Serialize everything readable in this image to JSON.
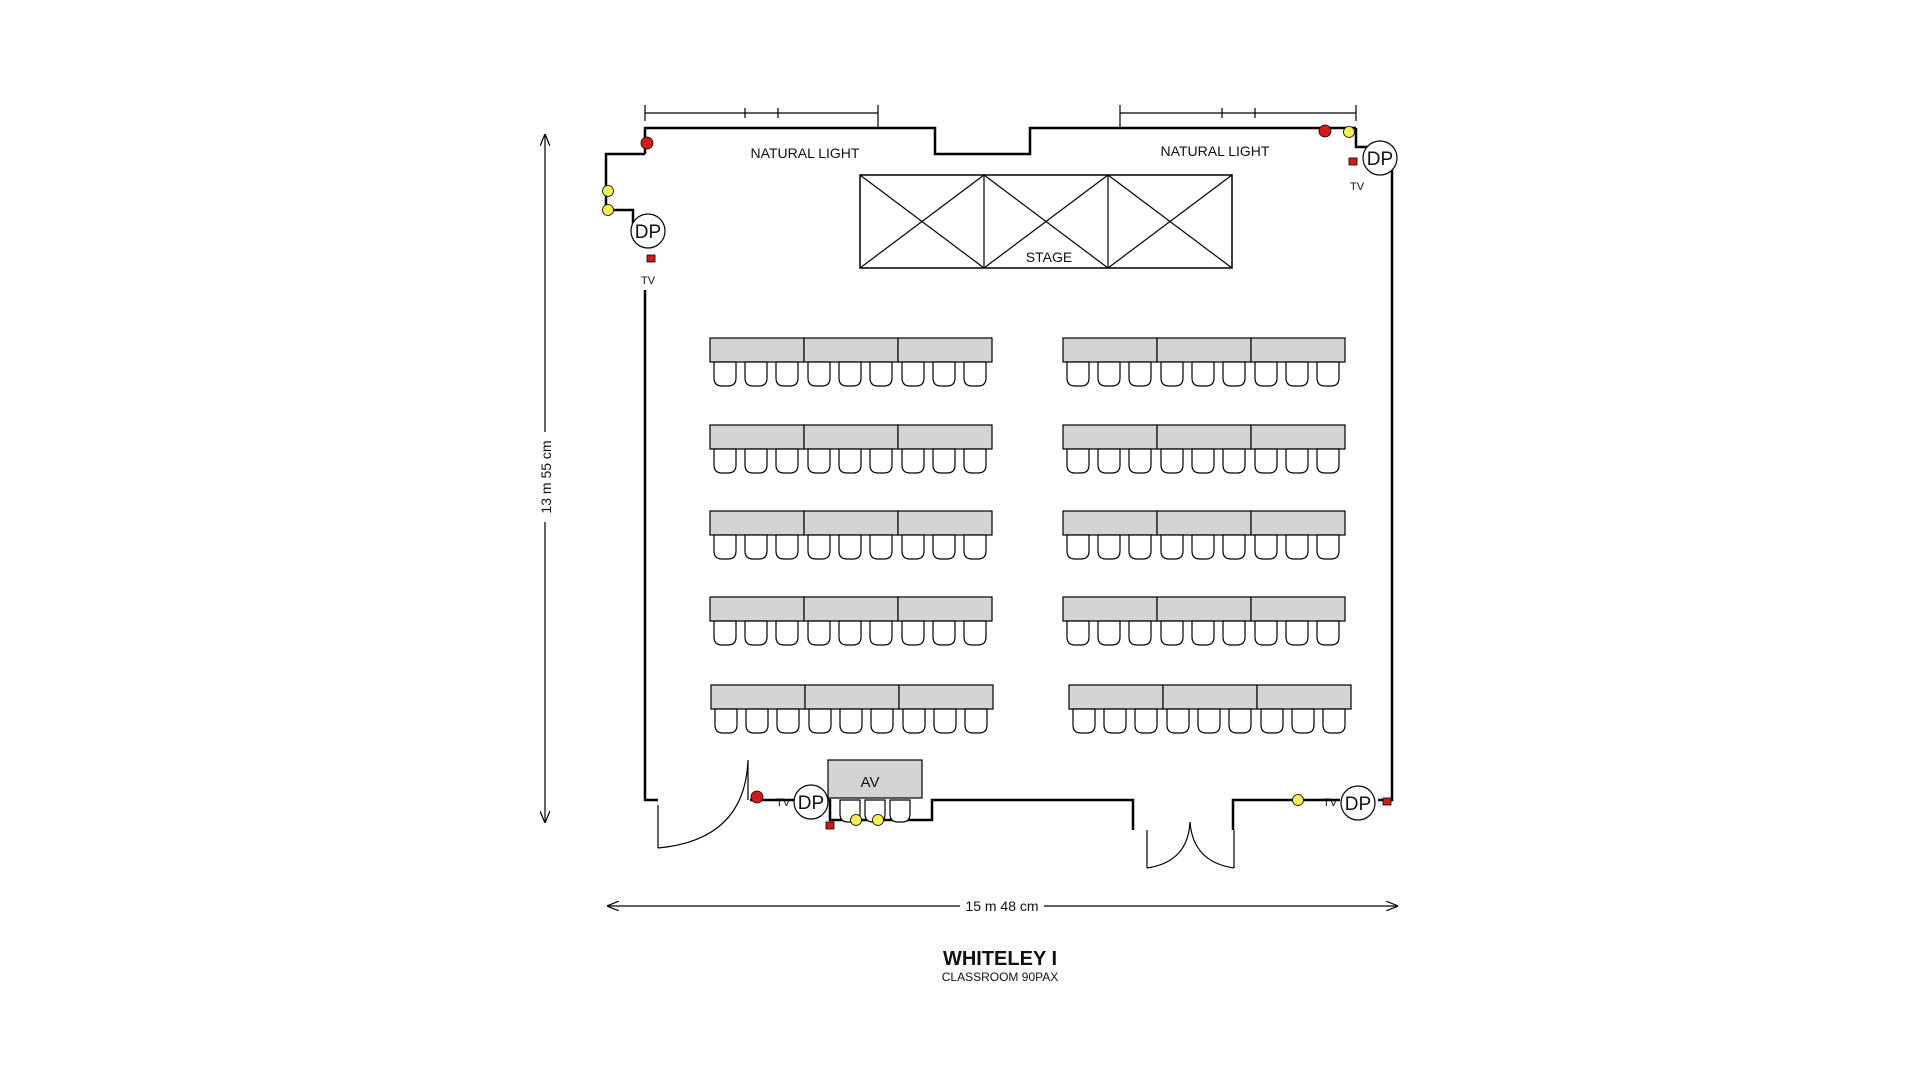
{
  "title": "WHITELEY I",
  "subtitle": "CLASSROOM 90PAX",
  "labels": {
    "natural_light": "NATURAL LIGHT",
    "stage": "STAGE",
    "av": "AV",
    "dp": "DP",
    "tv": "TV"
  },
  "dimensions": {
    "width": "15 m 48 cm",
    "height": "13 m 55 cm"
  },
  "layout_data": {
    "style": "classroom",
    "capacity": 90,
    "table_rows": 5,
    "table_blocks_per_row": 2,
    "tables_per_block": 3,
    "chairs_per_table": 3
  },
  "colors": {
    "table_fill": "#d4d4d4",
    "red_outlet": "#d11a1a",
    "yellow_outlet": "#f2ee55"
  }
}
